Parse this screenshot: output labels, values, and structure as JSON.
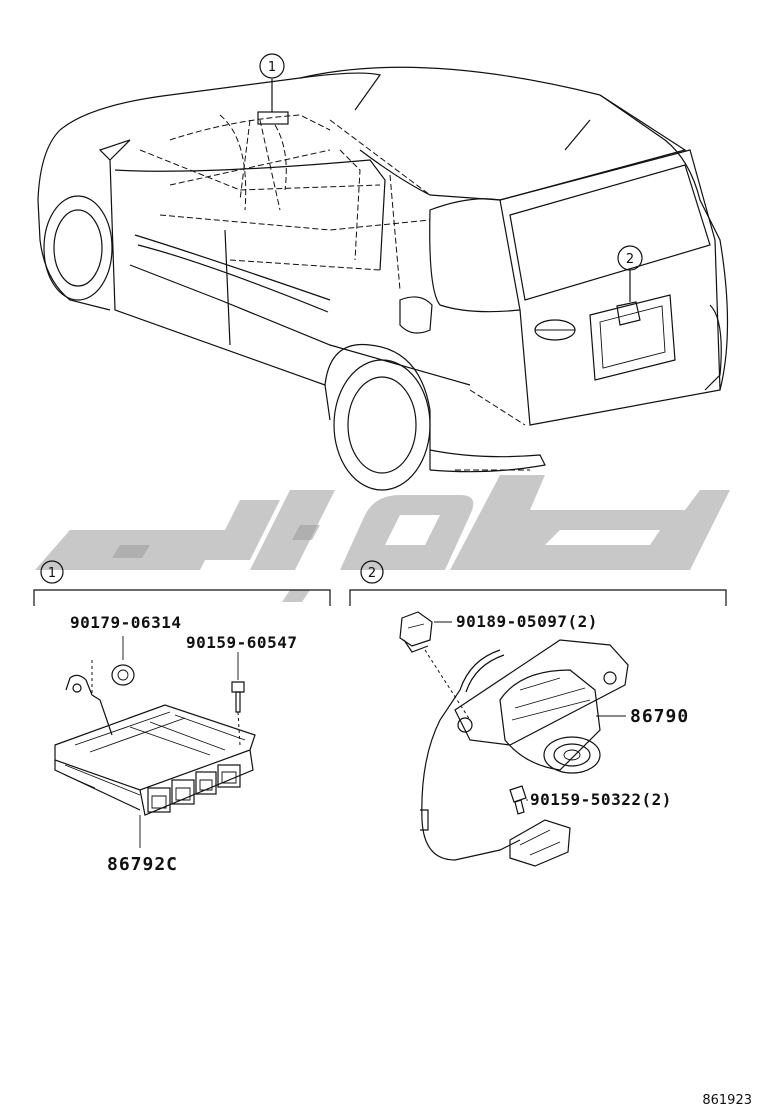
{
  "callouts": [
    "1",
    "2"
  ],
  "section_1": {
    "label": "1",
    "parts": {
      "nut": "90179-06314",
      "screw": "90159-60547",
      "ecu": "86792C"
    }
  },
  "section_2": {
    "label": "2",
    "parts": {
      "clip": "90189-05097(2)",
      "camera": "86790",
      "bolt": "90159-50322(2)"
    }
  },
  "figure_number": "861923",
  "icons": [
    "vehicle-illustration",
    "ecu-illustration",
    "camera-illustration",
    "watermark-logo"
  ]
}
